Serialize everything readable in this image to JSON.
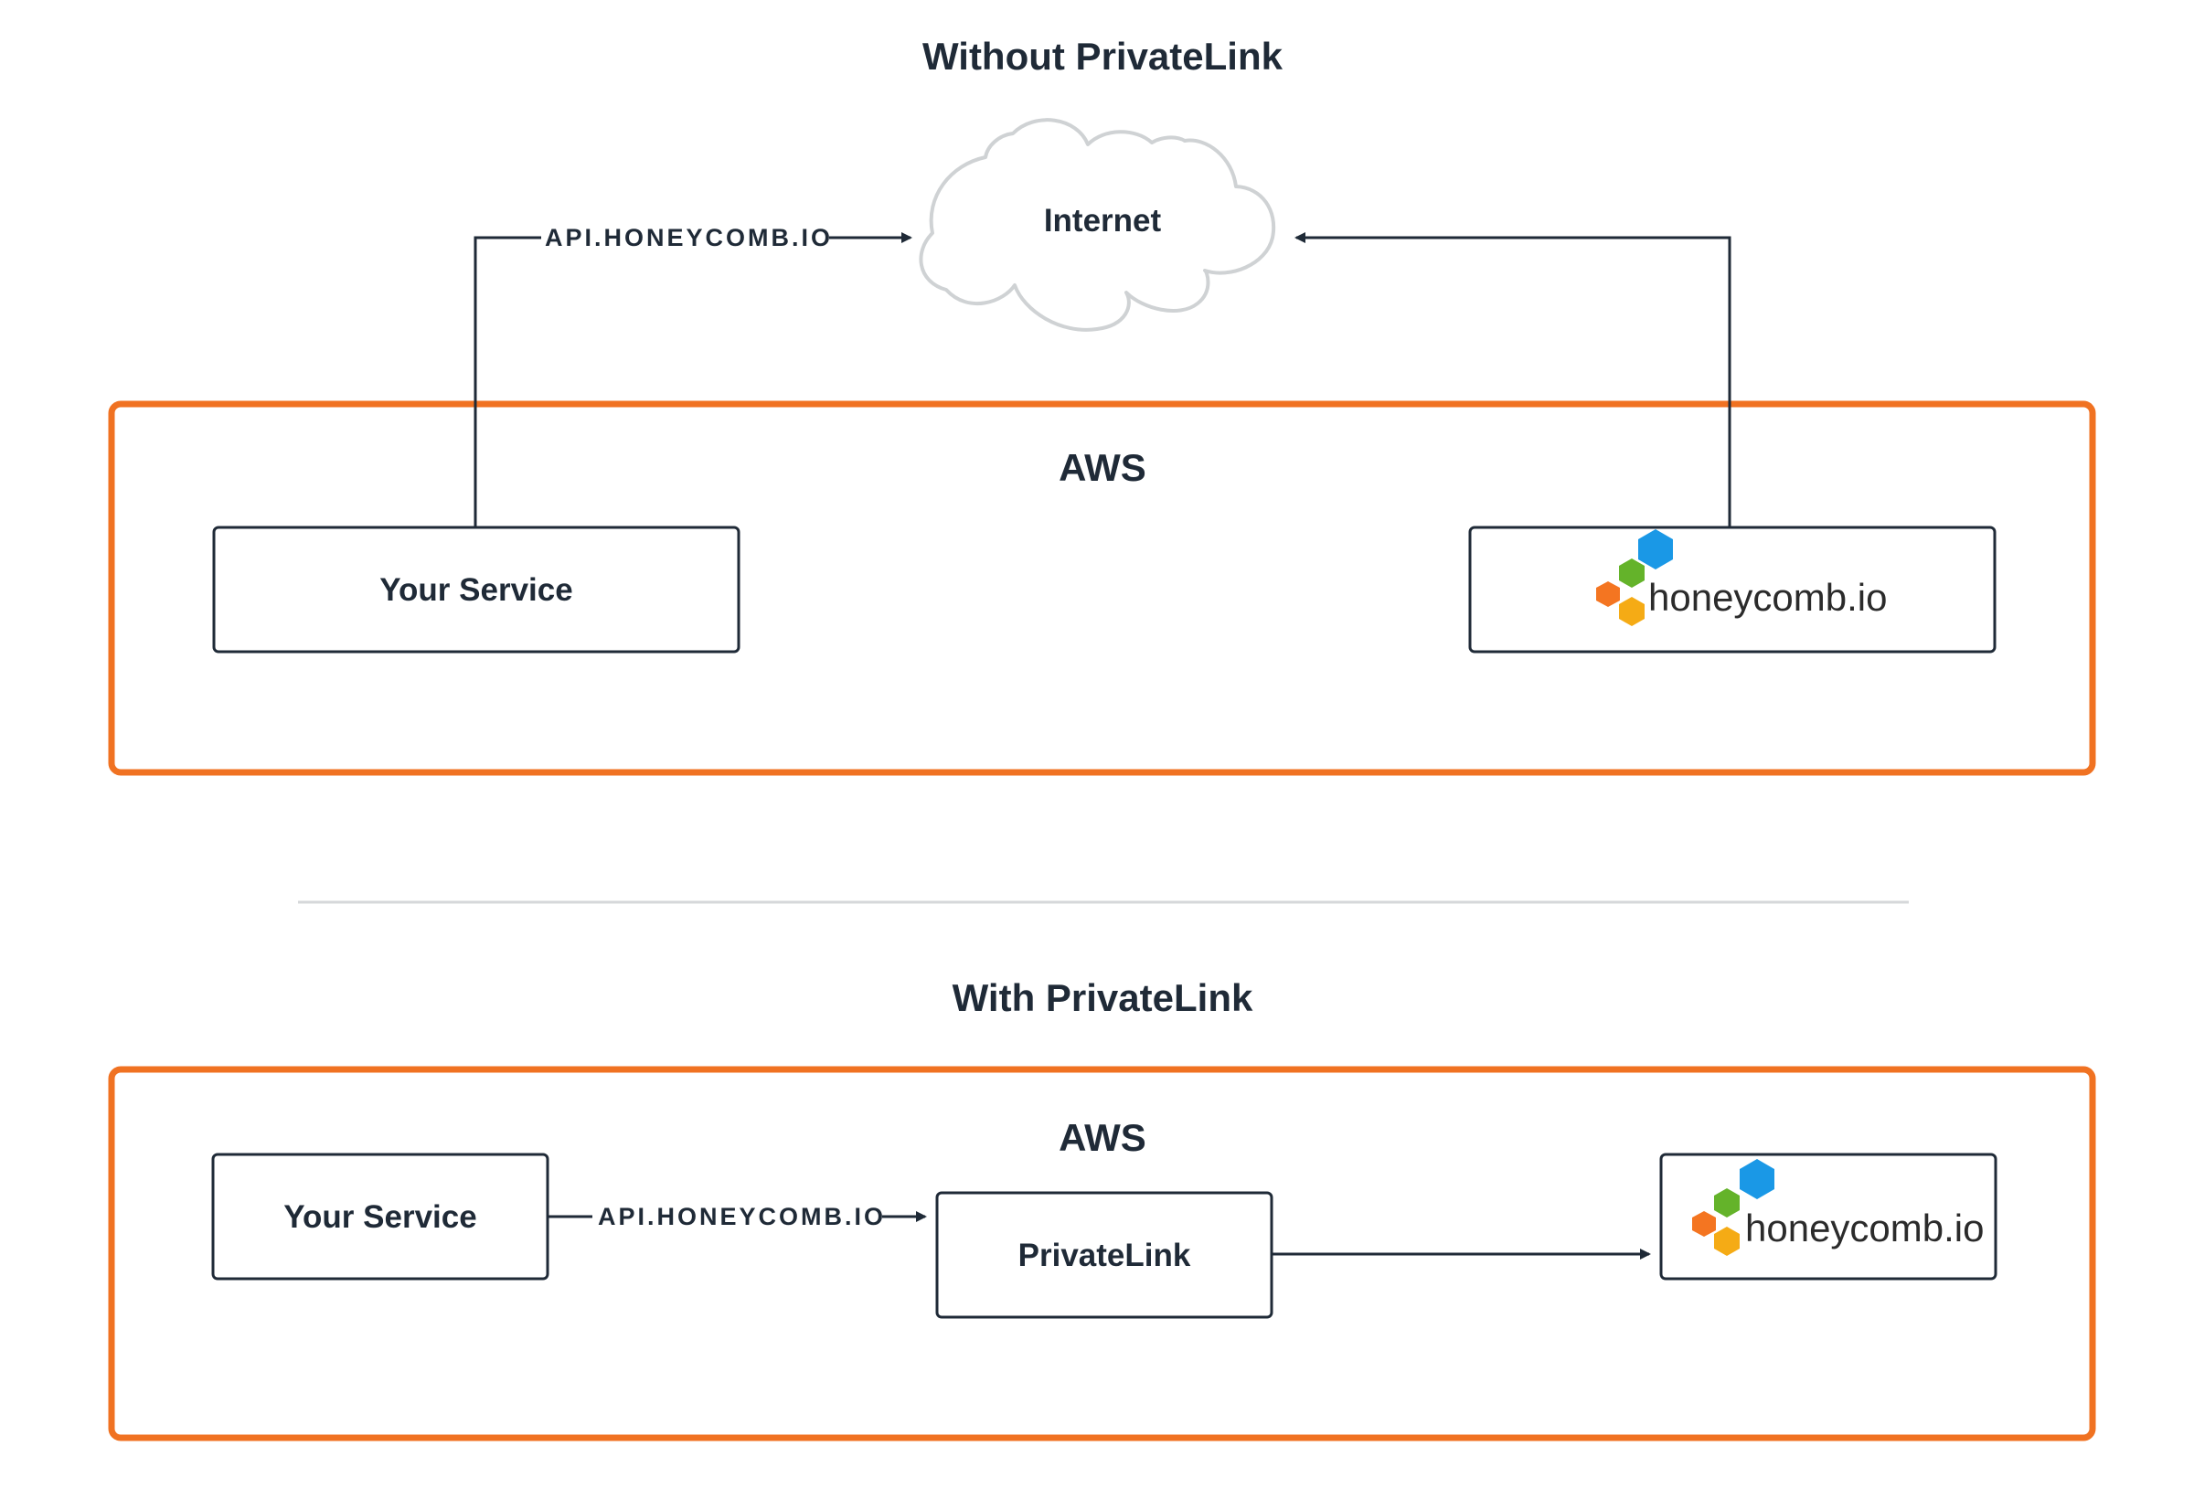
{
  "diagram": {
    "top_section": {
      "title": "Without PrivateLink",
      "cloud_label": "Internet",
      "aws_label": "AWS",
      "service_label": "Your Service",
      "edge_label": "API.HONEYCOMB.IO",
      "logo_text": "honeycomb.io"
    },
    "bottom_section": {
      "title": "With PrivateLink",
      "aws_label": "AWS",
      "service_label": "Your Service",
      "edge_label": "API.HONEYCOMB.IO",
      "privatelink_label": "PrivateLink",
      "logo_text": "honeycomb.io"
    },
    "colors": {
      "aws_border": "#f07222",
      "text": "#1f2a37",
      "cloud_stroke": "#cfd2d4",
      "separator": "#d6d8da",
      "hex_blue": "#1a98e6",
      "hex_green": "#64b32a",
      "hex_orange": "#f47521",
      "hex_yellow": "#f5ab15"
    }
  }
}
